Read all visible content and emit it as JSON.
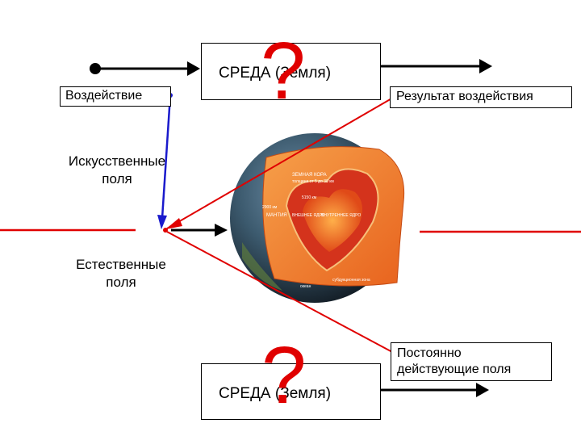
{
  "top_env_box": {
    "text": "СРЕДА (Земля)"
  },
  "bottom_env_box": {
    "text": "СРЕДА (Земля)"
  },
  "question_mark_top": "?",
  "question_mark_bottom": "?",
  "impact_box": {
    "text": "Воздействие"
  },
  "result_box": {
    "text": "Результат воздействия"
  },
  "constant_fields_box": {
    "text": "Постоянно действующие поля"
  },
  "artificial_fields_label": "Искусственные поля",
  "natural_fields_label": "Естественные поля",
  "earth_labels": {
    "crust": "ЗЕМНАЯ КОРА",
    "crust_thickness": "толщина от 5 до 30 км",
    "depth_2900": "2900 км",
    "depth_5150": "5150 км",
    "mantle": "МАНТИЯ",
    "outer_core": "ВНЕШНЕЕ ЯДРО",
    "inner_core": "ВНУТРЕННЕЕ ЯДРО",
    "subduction": "субдукционная зона",
    "ocean": "океан"
  },
  "colors": {
    "red_line": "#e00000",
    "blue_line": "#1a1acc",
    "black": "#000000",
    "mantle_orange": "#f07a2a",
    "outer_core": "#d4331c",
    "inner_core": "#e85a20"
  }
}
